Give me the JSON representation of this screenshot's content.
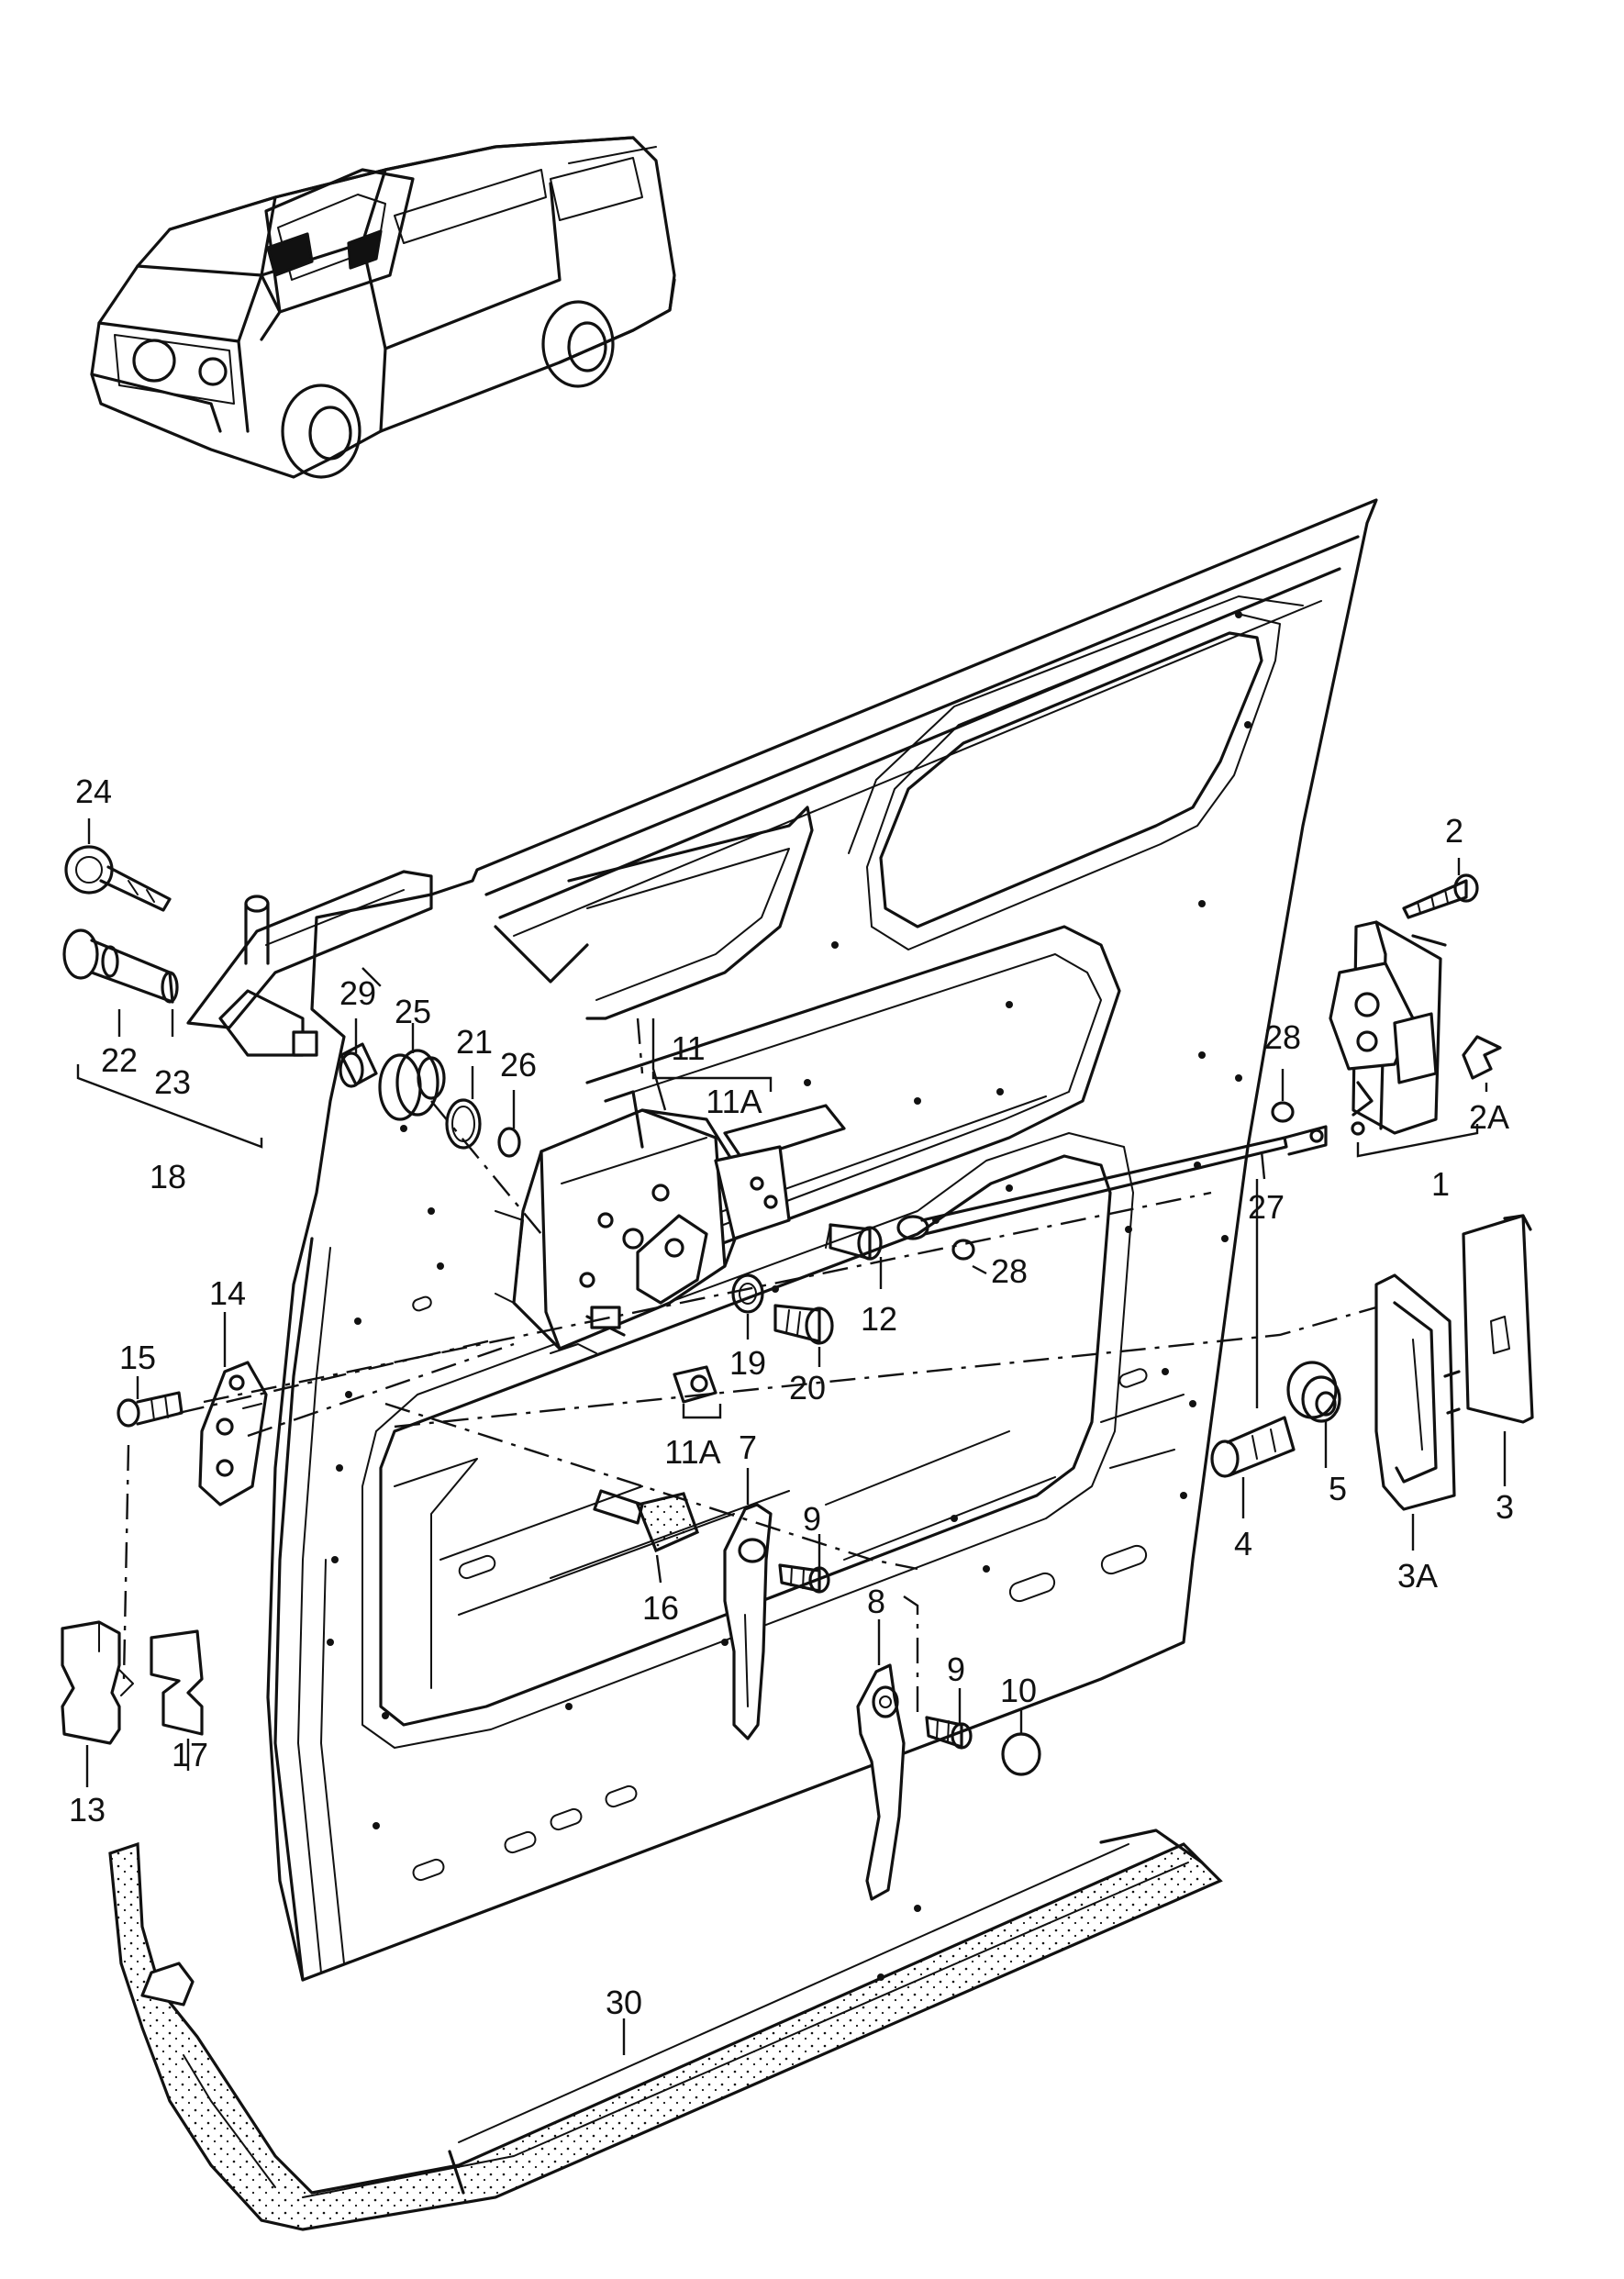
{
  "diagram": {
    "callouts": {
      "c1": "1",
      "c2": "2",
      "c2A": "2A",
      "c3": "3",
      "c3A": "3A",
      "c4": "4",
      "c5": "5",
      "c7": "7",
      "c8": "8",
      "c9a": "9",
      "c9b": "9",
      "c10": "10",
      "c11": "11",
      "c11A_top": "11A",
      "c11A_bottom": "11A",
      "c12": "12",
      "c13": "13",
      "c14": "14",
      "c15": "15",
      "c16": "16",
      "c17": "17",
      "c18": "18",
      "c19": "19",
      "c20": "20",
      "c21": "21",
      "c22": "22",
      "c23": "23",
      "c24": "24",
      "c25": "25",
      "c26": "26",
      "c27": "27",
      "c28a": "28",
      "c28b": "28",
      "c29": "29",
      "c30": "30"
    }
  }
}
